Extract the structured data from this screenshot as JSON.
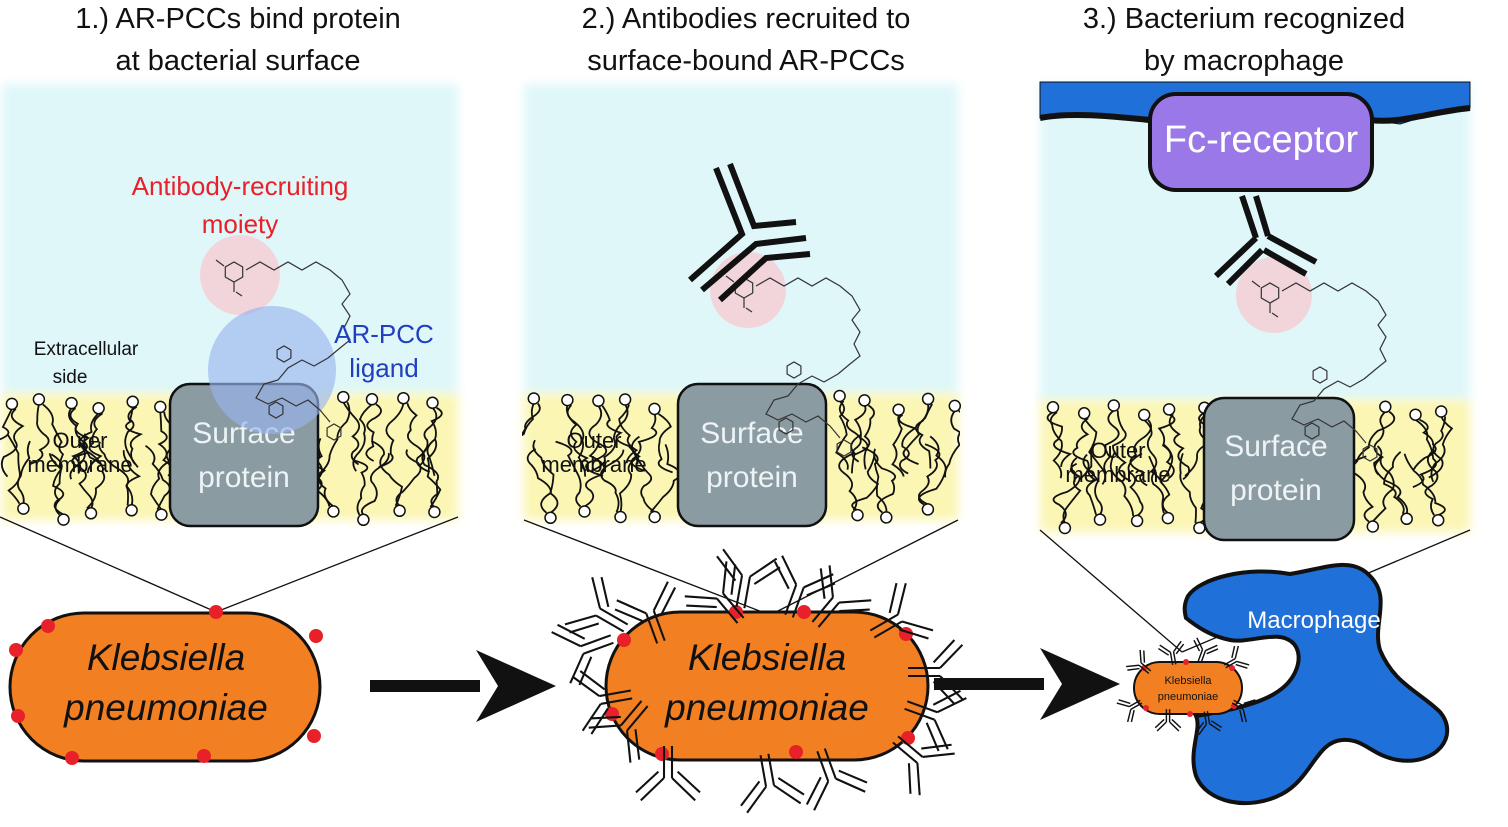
{
  "panels": [
    {
      "title_line1": "1.) AR-PCCs bind protein",
      "title_line2": "at bacterial surface",
      "extracellular_line1": "Extracellular",
      "extracellular_line2": "side",
      "membrane_line1": "Outer",
      "membrane_line2": "membrane",
      "protein_line1": "Surface",
      "protein_line2": "protein",
      "moiety_line1": "Antibody-recruiting",
      "moiety_line2": "moiety",
      "ligand_line1": "AR-PCC",
      "ligand_line2": "ligand",
      "bacterium_line1": "Klebsiella",
      "bacterium_line2": "pneumoniae"
    },
    {
      "title_line1": "2.) Antibodies recruited to",
      "title_line2": "surface-bound AR-PCCs",
      "membrane_line1": "Outer",
      "membrane_line2": "membrane",
      "protein_line1": "Surface",
      "protein_line2": "protein",
      "bacterium_line1": "Klebsiella",
      "bacterium_line2": "pneumoniae"
    },
    {
      "title_line1": "3.) Bacterium recognized",
      "title_line2": "by macrophage",
      "receptor": "Fc-receptor",
      "membrane_line1": "Outer",
      "membrane_line2": "membrane",
      "protein_line1": "Surface",
      "protein_line2": "protein",
      "macrophage": "Macrophage",
      "bacterium_line1": "Klebsiella",
      "bacterium_line2": "pneumoniae"
    }
  ],
  "colors": {
    "extracellular": "#dff7f9",
    "membrane": "#fbf6b4",
    "protein": "#8a9ba2",
    "bacterium": "#f28022",
    "binding_site": "#e8202a",
    "moiety_halo": "#f5cfd6",
    "ligand_halo": "#9ab6ee",
    "receptor": "#9a78e8",
    "macrophage": "#1f70d8",
    "moiety_text": "#e8202a",
    "ligand_text": "#1f3fbf"
  }
}
